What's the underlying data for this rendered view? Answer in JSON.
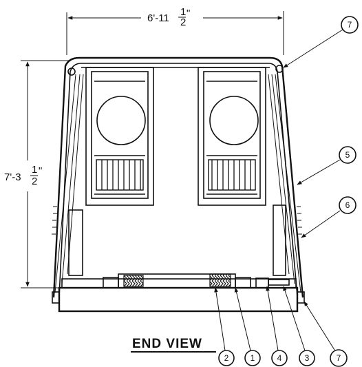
{
  "drawing": {
    "title": "END VIEW",
    "width_dimension": {
      "whole": "6'-11",
      "numerator": "1",
      "denominator": "2",
      "suffix": "\""
    },
    "height_dimension": {
      "whole": "7'-3",
      "numerator": "1",
      "denominator": "2",
      "suffix": "\""
    },
    "callouts": {
      "top_right": "7",
      "right_upper": "5",
      "right_lower": "6",
      "bottom_a": "2",
      "bottom_b": "1",
      "bottom_c": "4",
      "bottom_d": "3",
      "bottom_e": "7"
    }
  }
}
